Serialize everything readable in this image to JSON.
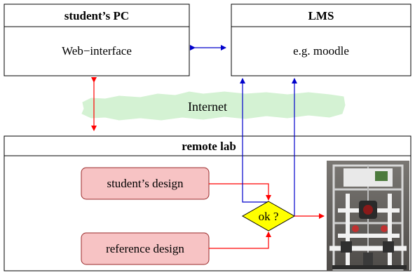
{
  "student_pc": {
    "title": "student’s PC",
    "content": "Web−interface"
  },
  "lms": {
    "title": "LMS",
    "content": "e.g. moodle"
  },
  "network": {
    "label": "Internet"
  },
  "remote_lab": {
    "title": "remote lab",
    "student_design": "student’s design",
    "reference_design": "reference design",
    "decision": "ok ?",
    "equipment_image": "lab-hardware-photo"
  },
  "colors": {
    "box_stroke": "#000000",
    "design_fill": "#f7c3c4",
    "design_stroke": "#9a2a2a",
    "cloud_fill": "#d4f2d3",
    "decision_fill": "#ffff00",
    "arrow_red": "#ff0000",
    "arrow_blue": "#0000cc"
  }
}
